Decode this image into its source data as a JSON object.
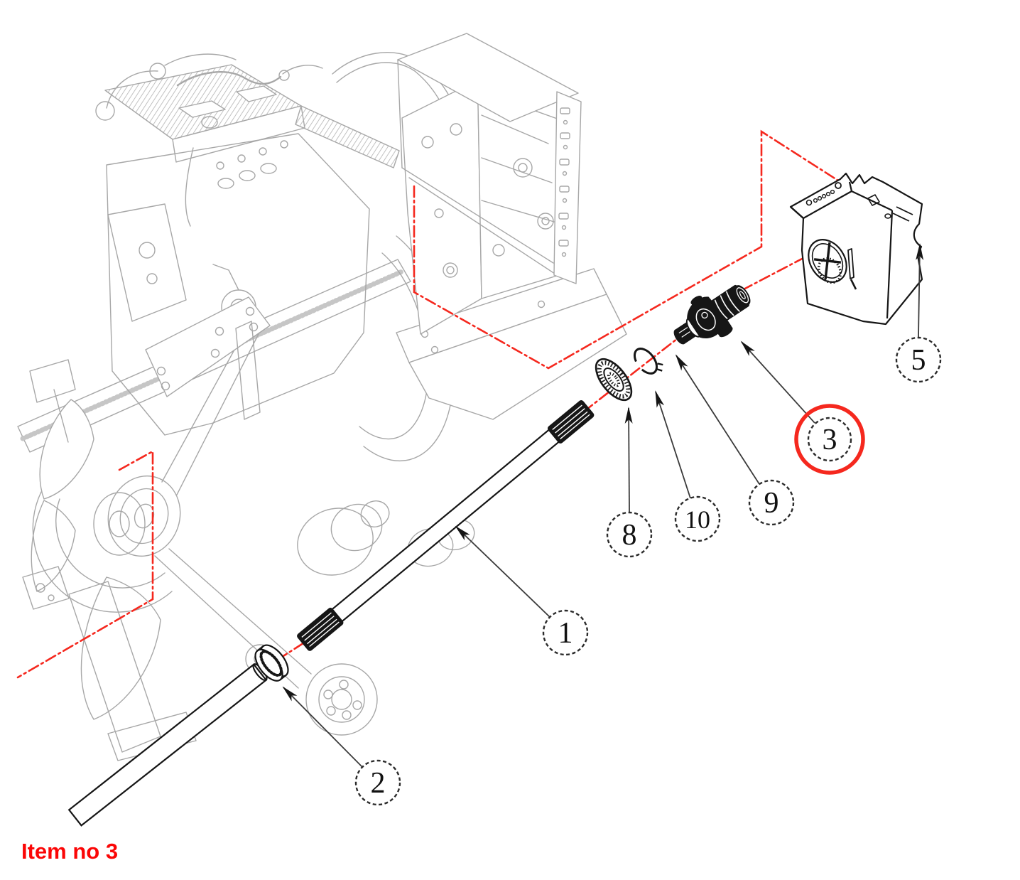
{
  "diagram": {
    "type": "exploded-parts-diagram",
    "caption": "Item no 3",
    "highlighted_item": "3",
    "colors": {
      "highlight_red": "#f5281e",
      "caption_red": "#fb0606",
      "drawing_gray": "#a7a7a7",
      "part_black": "#161616"
    },
    "callouts": [
      {
        "label": "1"
      },
      {
        "label": "2"
      },
      {
        "label": "3",
        "highlighted": true
      },
      {
        "label": "5"
      },
      {
        "label": "8"
      },
      {
        "label": "9"
      },
      {
        "label": "10"
      }
    ]
  }
}
